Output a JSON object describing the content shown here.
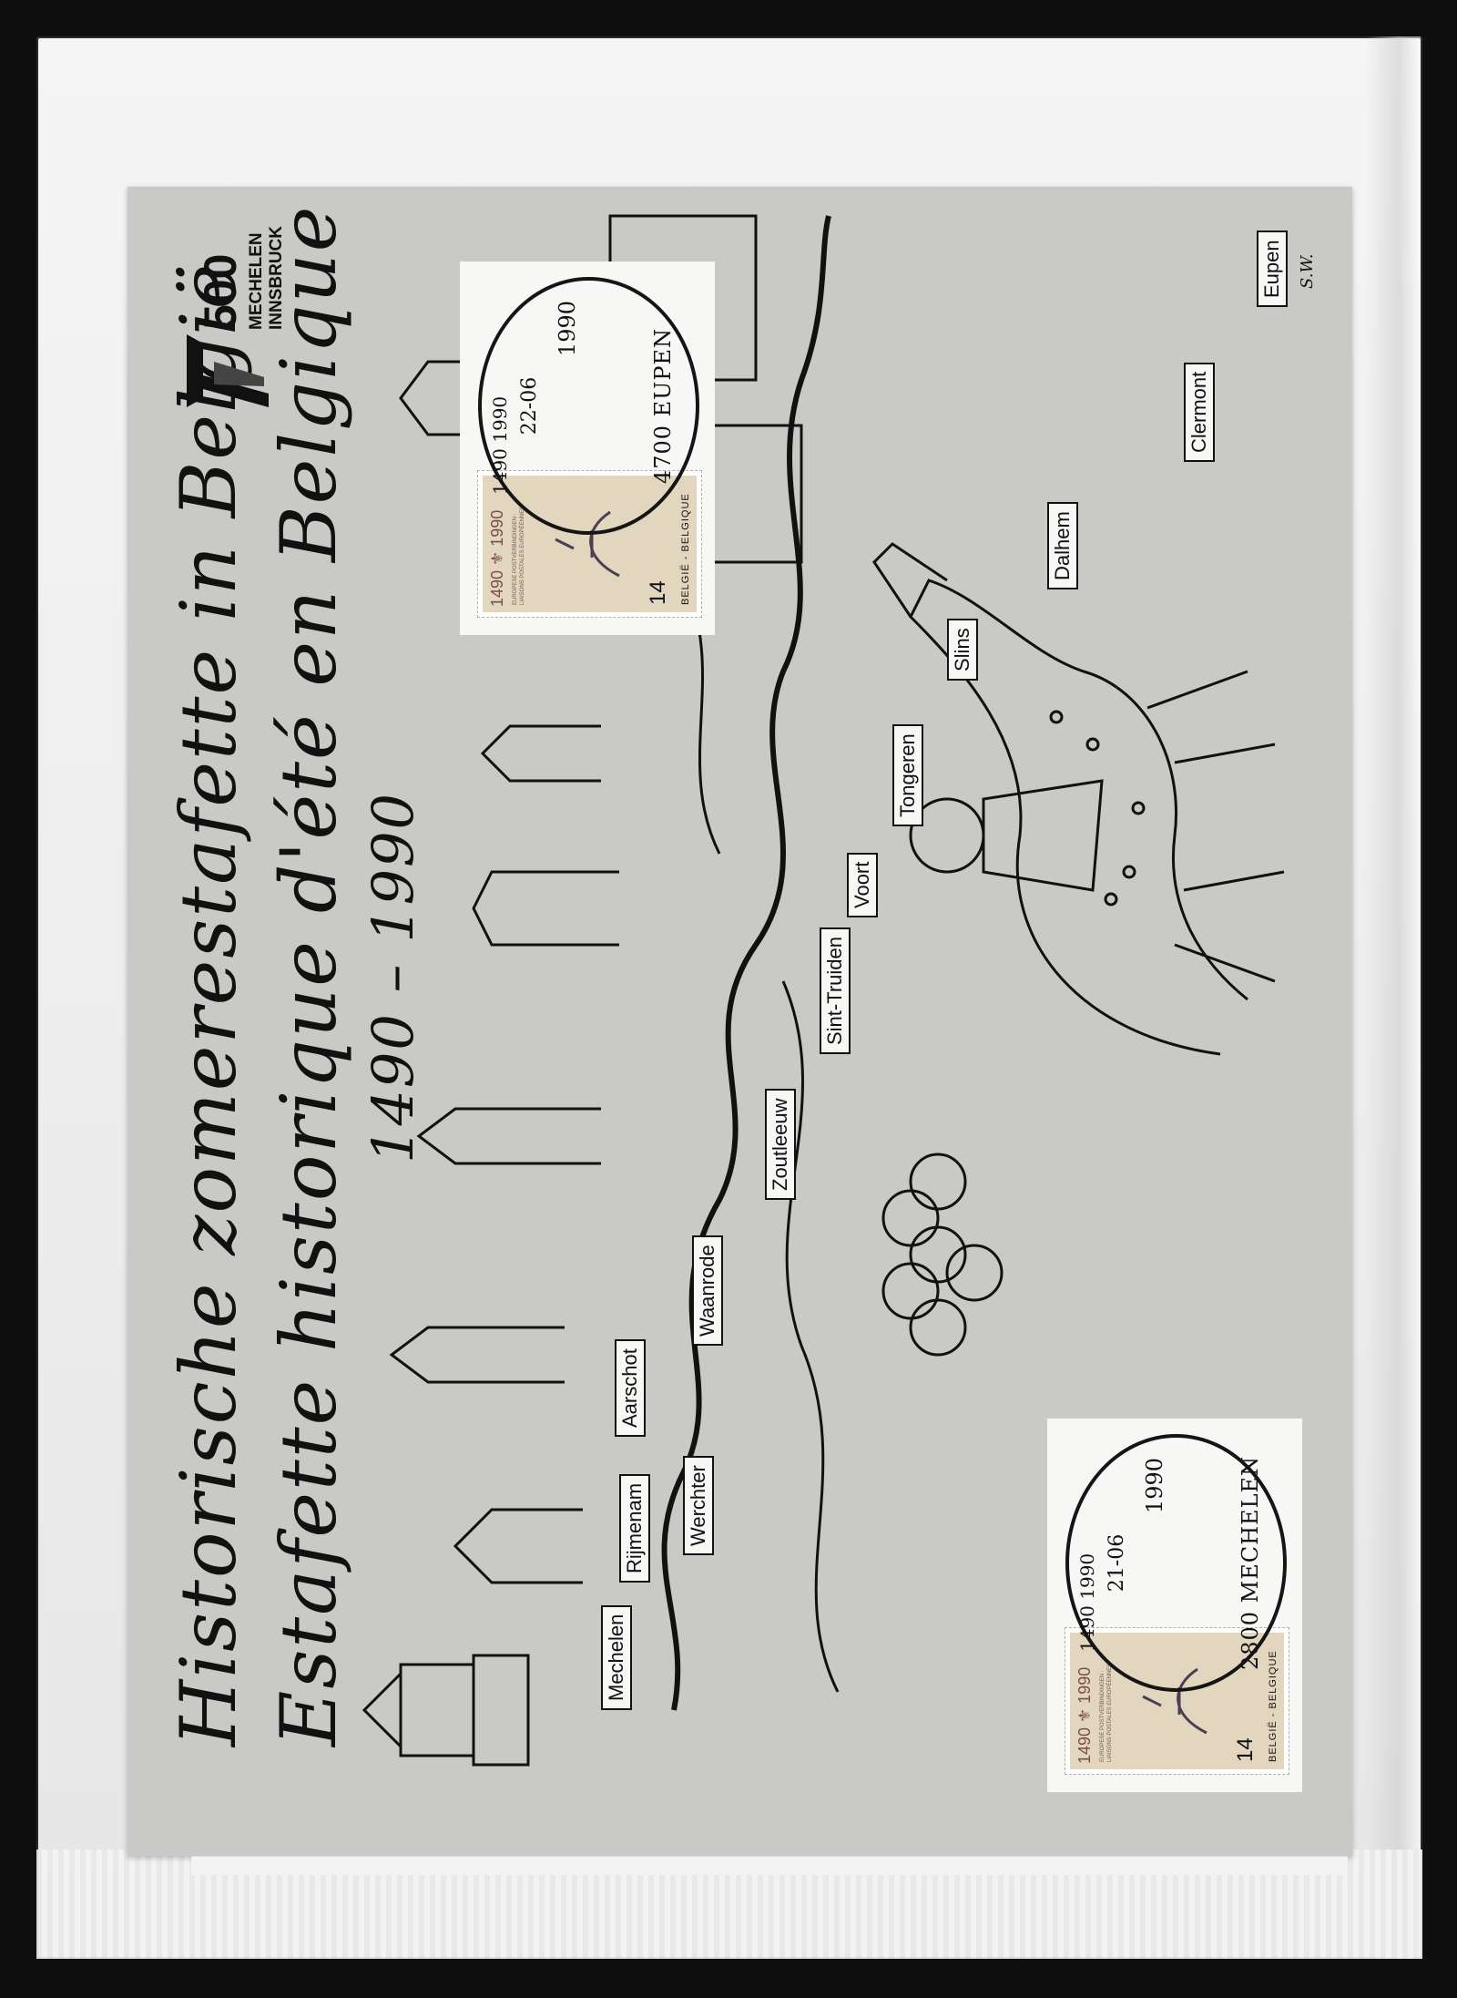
{
  "sheet": {
    "title_nl": "Historische zomerestafette in België",
    "title_fr": "Estafette historique d'été en Belgique",
    "years": "1490 – 1990"
  },
  "logo": {
    "number": "500",
    "line1": "MECHELEN",
    "line2": "INNSBRUCK"
  },
  "route": [
    "Mechelen",
    "Rijmenam",
    "Werchter",
    "Aarschot",
    "Waanrode",
    "Zoutleeuw",
    "Sint-Truiden",
    "Voort",
    "Tongeren",
    "Slins",
    "Dalhem",
    "Clermont",
    "Eupen"
  ],
  "cards": [
    {
      "stamp_top": "1490",
      "stamp_top2": "1990",
      "stamp_tiny": "EUROPESE POSTVERBINDINGEN · LIAISONS POSTALES EUROPÉENNES",
      "stamp_value": "14",
      "stamp_country": "BELGIË - BELGIQUE",
      "cancel_top": "1490 1990",
      "cancel_date": "21-06",
      "cancel_year": "1990",
      "cancel_city": "2800 MECHELEN"
    },
    {
      "stamp_top": "1490",
      "stamp_top2": "1990",
      "stamp_tiny": "EUROPESE POSTVERBINDINGEN · LIAISONS POSTALES EUROPÉENNES",
      "stamp_value": "14",
      "stamp_country": "BELGIË - BELGIQUE",
      "cancel_top": "1490 1990",
      "cancel_date": "22-06",
      "cancel_year": "1990",
      "cancel_city": "4700 EUPEN"
    }
  ],
  "signature": "S.W."
}
